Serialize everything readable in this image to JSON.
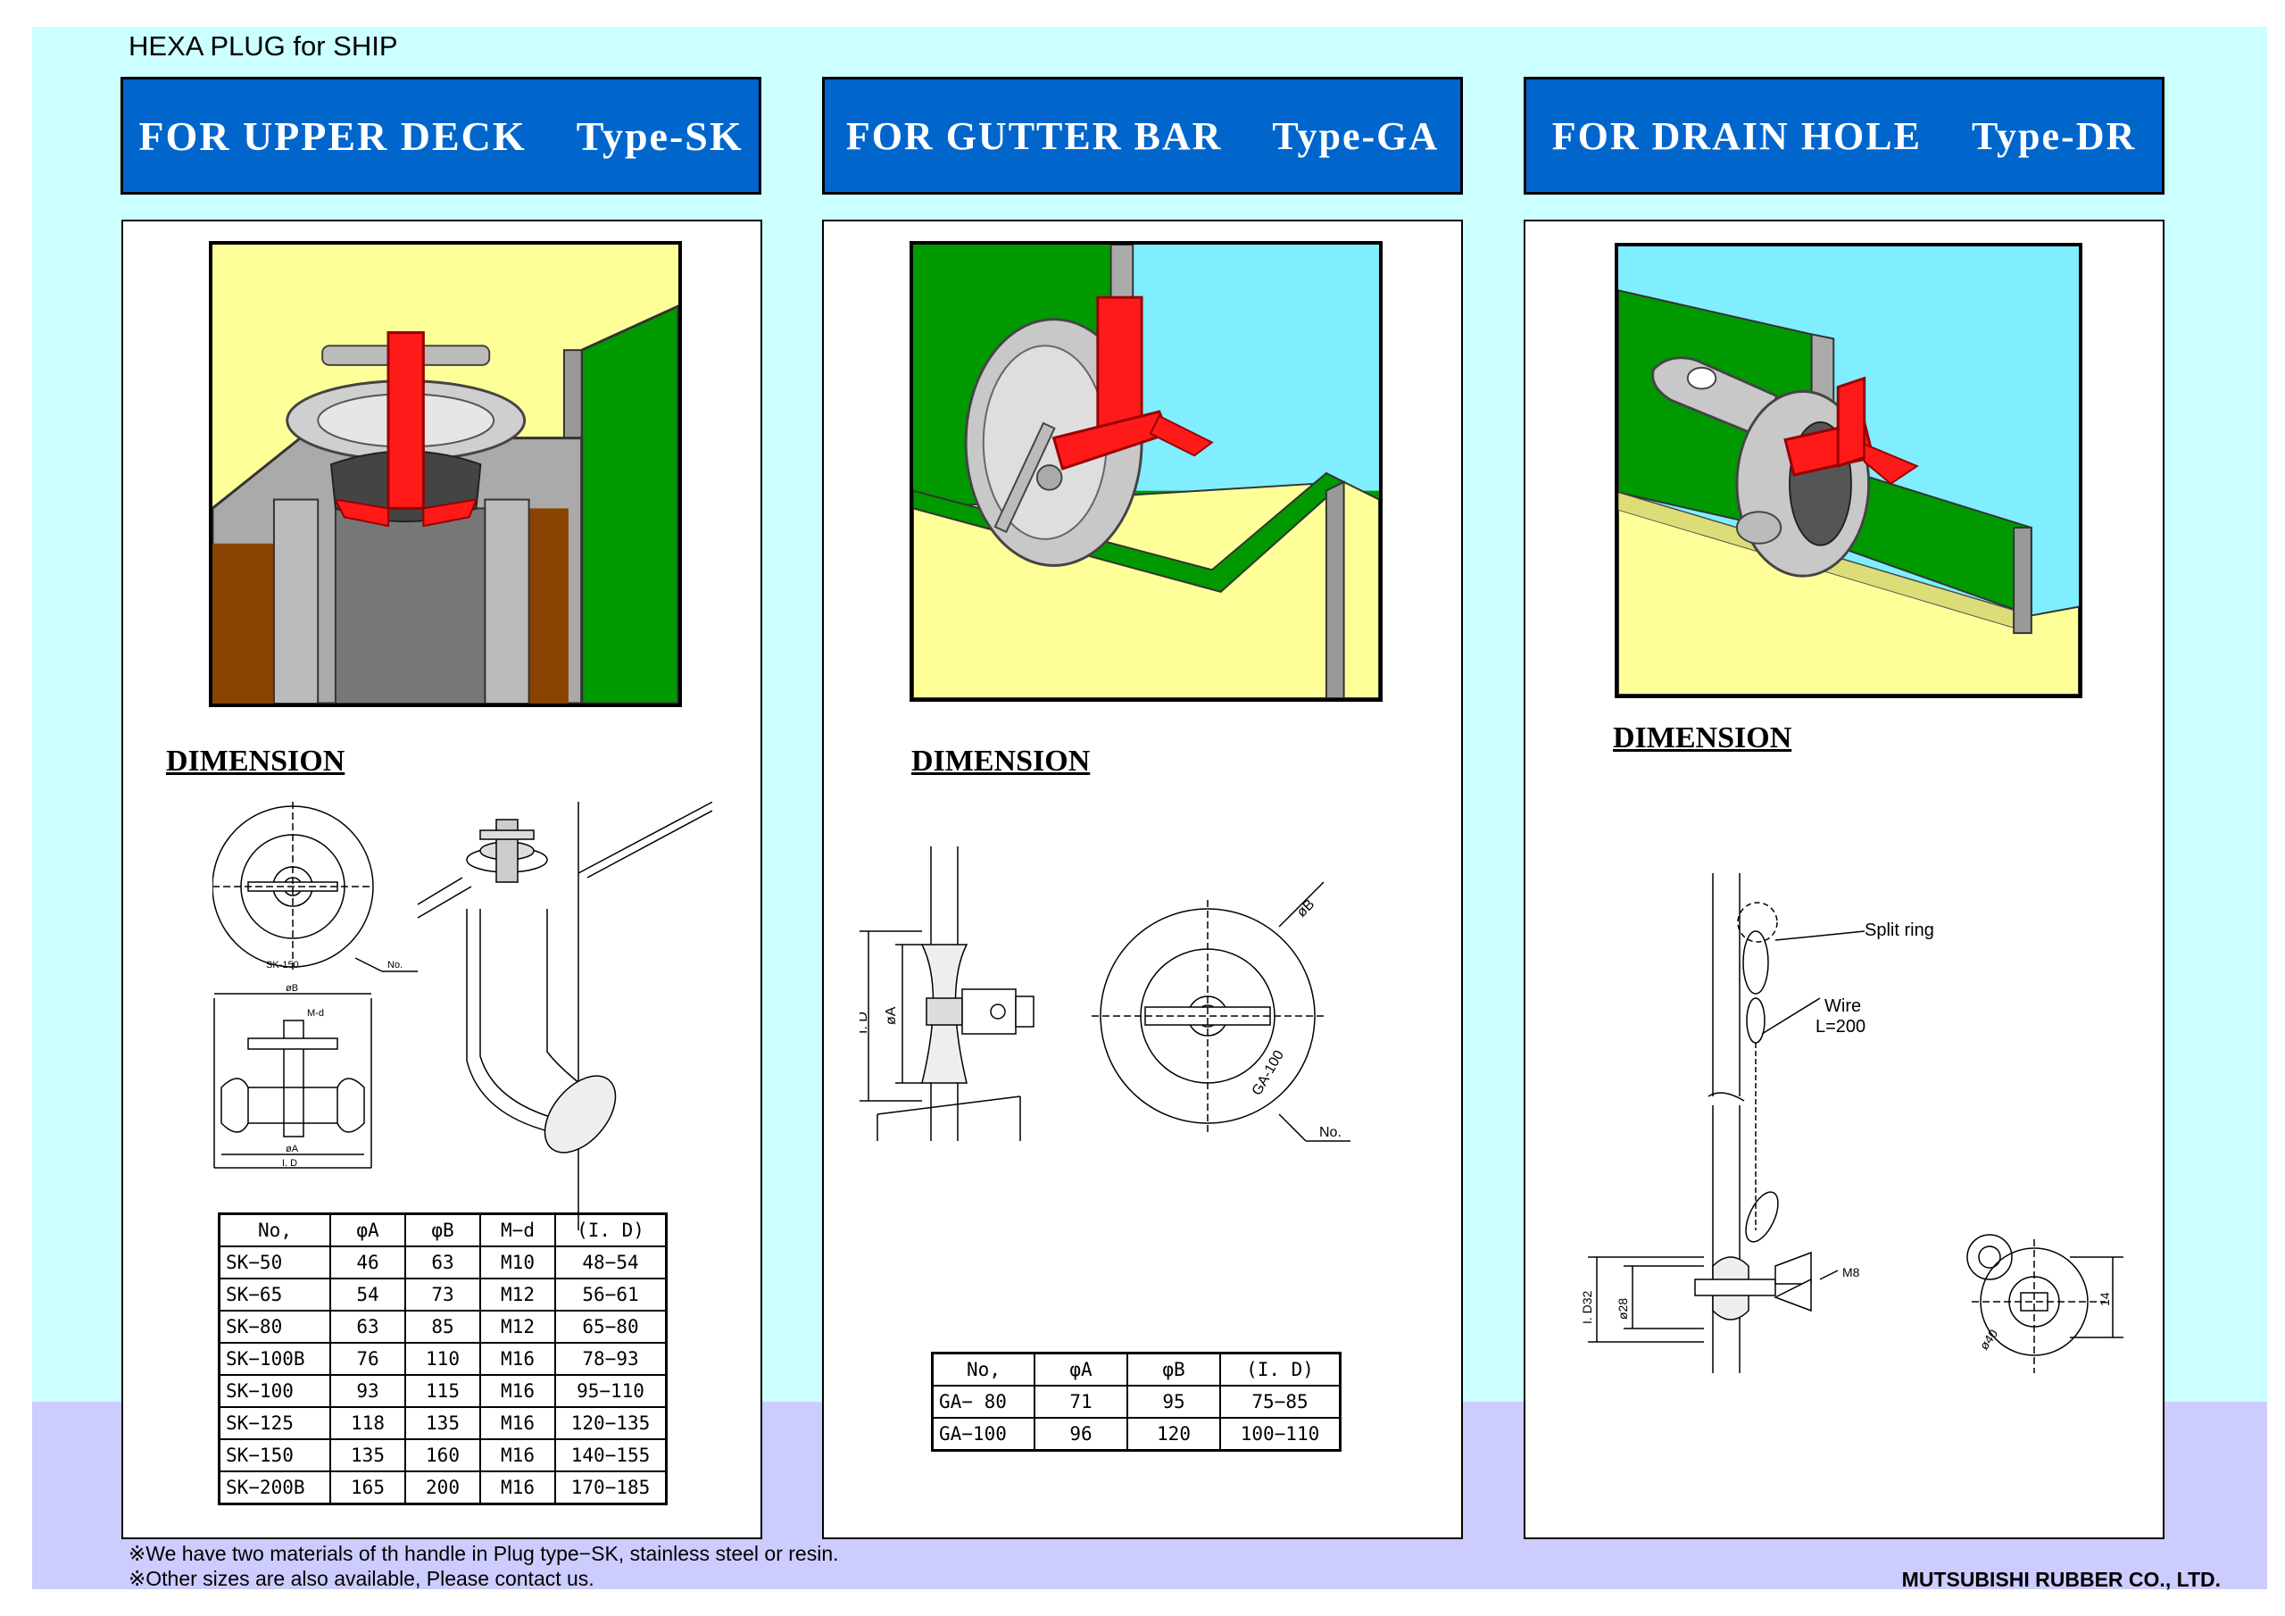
{
  "doc_title": "HEXA PLUG for SHIP",
  "columns": [
    {
      "heading": "FOR  UPPER  DECK",
      "type": "Type-SK"
    },
    {
      "heading": "FOR  GUTTER  BAR",
      "type": "Type-GA"
    },
    {
      "heading": "FOR  DRAIN  HOLE",
      "type": "Type-DR"
    }
  ],
  "dimension_label": "DIMENSION",
  "sk_drawing_labels": {
    "model": "SK-150",
    "no": "No.",
    "b": "øB",
    "md": "M-d",
    "a": "øA",
    "id": "I. D"
  },
  "ga_drawing_labels": {
    "id": "I. D",
    "a": "øA",
    "b": "øB",
    "model": "GA-100",
    "no": "No."
  },
  "dr_drawing_labels": {
    "split_ring": "Split ring",
    "wire": "Wire",
    "wire_len": "L=200",
    "m8": "M8",
    "id32": "I. D32",
    "d28": "ø28",
    "d40": "ø40",
    "h14": "14"
  },
  "sk_table": {
    "headers": [
      "No,",
      "φA",
      "φB",
      "M−d",
      "(I. D)"
    ],
    "rows": [
      [
        "SK−50",
        "46",
        "63",
        "M10",
        "48−54"
      ],
      [
        "SK−65",
        "54",
        "73",
        "M12",
        "56−61"
      ],
      [
        "SK−80",
        "63",
        "85",
        "M12",
        "65−80"
      ],
      [
        "SK−100B",
        "76",
        "110",
        "M16",
        "78−93"
      ],
      [
        "SK−100",
        "93",
        "115",
        "M16",
        "95−110"
      ],
      [
        "SK−125",
        "118",
        "135",
        "M16",
        "120−135"
      ],
      [
        "SK−150",
        "135",
        "160",
        "M16",
        "140−155"
      ],
      [
        "SK−200B",
        "165",
        "200",
        "M16",
        "170−185"
      ]
    ]
  },
  "ga_table": {
    "headers": [
      "No,",
      "φA",
      "φB",
      "(I. D)"
    ],
    "rows": [
      [
        "GA− 80",
        "71",
        "95",
        "75−85"
      ],
      [
        "GA−100",
        "96",
        "120",
        "100−110"
      ]
    ]
  },
  "notes": [
    "※We have two materials of th handle in Plug type−SK, stainless steel or resin.",
    "※Other sizes are also available, Please contact us."
  ],
  "manufacturer": "MUTSUBISHI RUBBER CO., LTD.",
  "colors": {
    "panel_bg": "#ccffff",
    "lower_bg": "#ccccff",
    "header_blue": "#0066cc",
    "plug_red": "#ff1a1a",
    "wall_green": "#009900",
    "deck_yellow": "#ffff99",
    "water_cyan": "#80eeff"
  }
}
